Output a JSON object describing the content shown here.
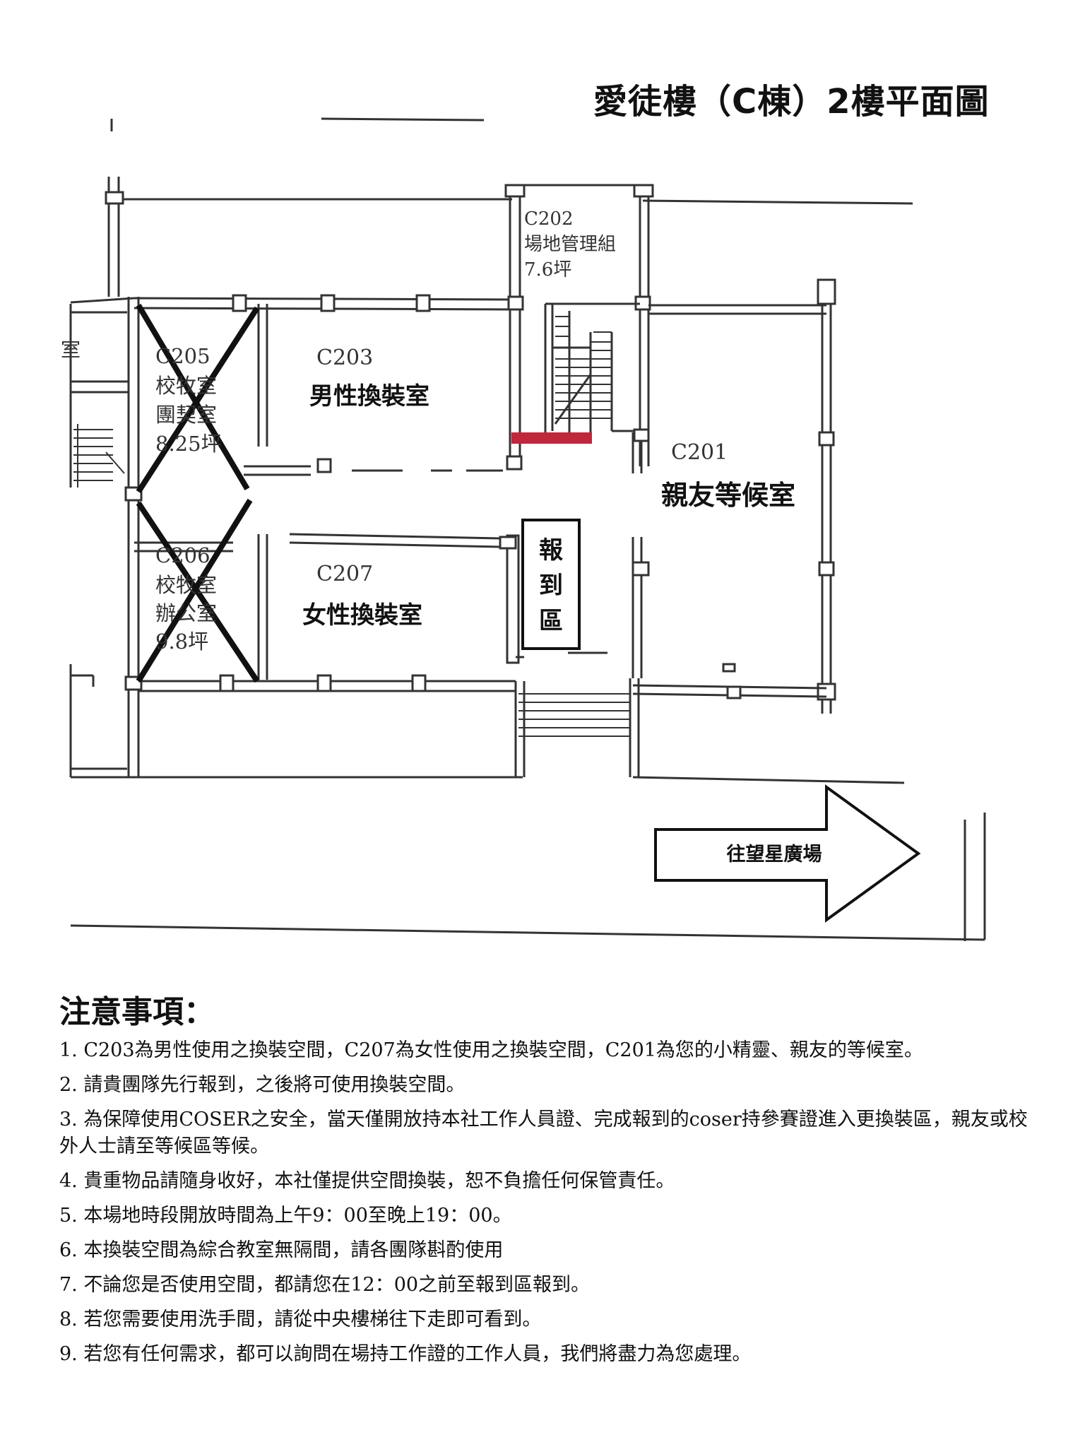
{
  "title": "愛徒樓（C棟）2樓平面圖",
  "floor_plan": {
    "rooms": [
      {
        "code": "C202",
        "lines": [
          "場地管理組",
          "7.6坪"
        ]
      },
      {
        "code": "C205",
        "lines": [
          "校牧室",
          "團契室",
          "8.25坪"
        ]
      },
      {
        "code": "C203",
        "label": "男性換裝室"
      },
      {
        "code": "C201",
        "label": "親友等候室"
      },
      {
        "code": "C206",
        "lines": [
          "校牧室",
          "辦公室",
          "9.8坪"
        ]
      },
      {
        "code": "C207",
        "label": "女性換裝室"
      }
    ],
    "checkin_box": [
      "報",
      "到",
      "區"
    ],
    "arrow_label": "往望星廣場",
    "edge_glyph": "室",
    "colors": {
      "stair_marker": "#c0273a",
      "ink": "#333333"
    }
  },
  "notes": {
    "heading": "注意事項：",
    "items": [
      "1. C203為男性使用之換裝空間，C207為女性使用之換裝空間，C201為您的小精靈、親友的等候室。",
      "2. 請貴團隊先行報到，之後將可使用換裝空間。",
      "3. 為保障使用COSER之安全，當天僅開放持本社工作人員證、完成報到的coser持參賽證進入更換裝區，親友或校外人士請至等候區等候。",
      "4. 貴重物品請隨身收好，本社僅提供空間換裝，恕不負擔任何保管責任。",
      "5. 本場地時段開放時間為上午9：00至晚上19：00。",
      "6. 本換裝空間為綜合教室無隔間，請各團隊斟酌使用",
      "7. 不論您是否使用空間，都請您在12：00之前至報到區報到。",
      "8. 若您需要使用洗手間，請從中央樓梯往下走即可看到。",
      "9. 若您有任何需求，都可以詢問在場持工作證的工作人員，我們將盡力為您處理。"
    ]
  }
}
